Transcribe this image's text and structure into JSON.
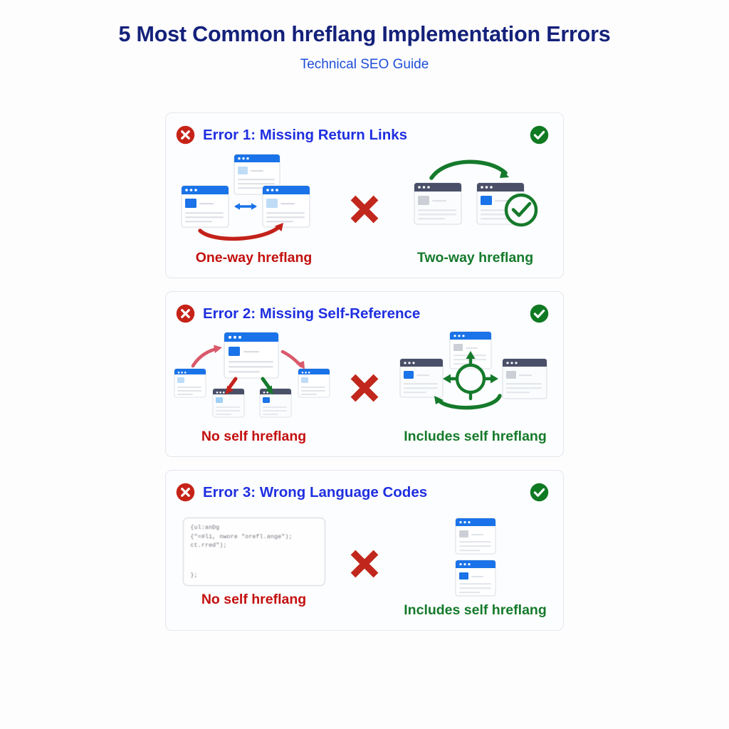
{
  "header": {
    "title": "5 Most Common hreflang Implementation Errors",
    "subtitle": "Technical SEO Guide"
  },
  "colors": {
    "title_navy": "#14217a",
    "subtitle_blue": "#1f4ed8",
    "card_title_blue": "#1f2fe0",
    "error_red": "#c3100f",
    "success_green": "#157a2b",
    "x_icon_red": "#c62318",
    "check_icon_green": "#107a23",
    "divider_x_red": "#c1271c",
    "browser_bar_blue": "#1a73e8",
    "browser_bar_slate": "#4a5068",
    "card_border": "#e4e7ec",
    "page_bg": "#fdfdfe"
  },
  "cards": [
    {
      "error_icon": "error-x-circle-icon",
      "title": "Error 1: Missing Return Links",
      "ok_icon": "success-check-circle-icon",
      "divider_icon": "red-x-divider-icon",
      "bad": {
        "caption": "One-way hreflang",
        "diagram": "three browser windows linked by a blue double arrow and a red one-way curved arrow"
      },
      "good": {
        "caption": "Two-way hreflang",
        "diagram": "two browser windows joined by a green curved arrow with a green check badge"
      }
    },
    {
      "error_icon": "error-x-circle-icon",
      "title": "Error 2: Missing Self-Reference",
      "ok_icon": "success-check-circle-icon",
      "divider_icon": "red-x-divider-icon",
      "bad": {
        "caption": "No self hreflang",
        "diagram": "hub browser window fanning out to four pages with pink, red and green arrows"
      },
      "good": {
        "caption": "Includes self hreflang",
        "diagram": "three browser windows around a green circle with four radiating arrows and a return arc"
      }
    },
    {
      "error_icon": "error-x-circle-icon",
      "title": "Error 3: Wrong Language Codes",
      "ok_icon": "success-check-circle-icon",
      "divider_icon": "red-x-divider-icon",
      "bad": {
        "caption": "No self hreflang",
        "code_lines": [
          "{ul:anDg",
          "{\"=#li, nwore \"orefl.ange\");",
          "   ct.rred\");"
        ],
        "code_tail": "};"
      },
      "good": {
        "caption": "Includes self hreflang",
        "diagram": "two stacked blue-header browser windows"
      }
    }
  ]
}
